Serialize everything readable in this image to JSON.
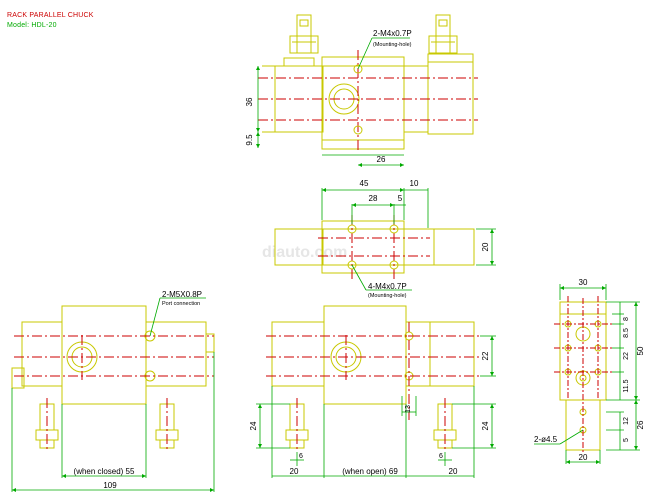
{
  "title": "RACK PARALLEL CHUCK",
  "model": "Model: HDL-20",
  "watermark": "diauto.com",
  "colors": {
    "part": "#c8c800",
    "dim": "#00aa00",
    "center": "#cc0000",
    "title": "#cc0000",
    "model": "#00aa00",
    "text": "#000000"
  },
  "top_view": {
    "dims": [
      "36",
      "9.5",
      "26"
    ],
    "notes": [
      "2-M4x0.7P",
      "(Mounting-hole)"
    ]
  },
  "mid_view": {
    "dims": [
      "45",
      "10",
      "28",
      "5",
      "20"
    ],
    "notes": [
      "4-M4x0.7P",
      "(Mounting-hole)"
    ]
  },
  "left_view": {
    "dims": [
      "(when closed) 55",
      "109"
    ],
    "notes": [
      "2-M5X0.8P",
      "Port connection"
    ]
  },
  "right_view": {
    "dims": [
      "22",
      "24",
      "24",
      "13",
      "20",
      "6",
      "(when open) 69",
      "6",
      "20"
    ]
  },
  "end_view": {
    "dims": [
      "30",
      "8",
      "8.5",
      "22",
      "50",
      "11.5",
      "26",
      "12",
      "5",
      "20"
    ],
    "notes": [
      "2-ø4.5"
    ]
  }
}
